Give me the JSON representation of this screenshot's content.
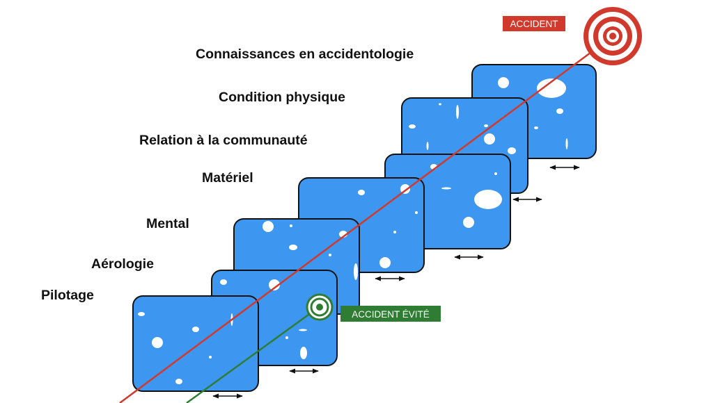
{
  "layers": [
    {
      "id": "pilotage",
      "label": "Pilotage"
    },
    {
      "id": "aerologie",
      "label": "Aérologie"
    },
    {
      "id": "mental",
      "label": "Mental"
    },
    {
      "id": "materiel",
      "label": "Matériel"
    },
    {
      "id": "relation",
      "label": "Relation à la communauté"
    },
    {
      "id": "condition",
      "label": "Condition physique"
    },
    {
      "id": "connaissances",
      "label": "Connaissances en accidentologie"
    }
  ],
  "outcomes": {
    "accident": {
      "label": "ACCIDENT",
      "color": "#d0392b"
    },
    "avoided": {
      "label": "ACCIDENT ÉVITÉ",
      "color": "#2e7d32"
    }
  },
  "colors": {
    "slice_fill": "#3d97f0",
    "slice_stroke": "#111111",
    "hole_fill": "#ffffff",
    "trajectory_accident": "#d0392b",
    "trajectory_avoided": "#2e7d32"
  }
}
